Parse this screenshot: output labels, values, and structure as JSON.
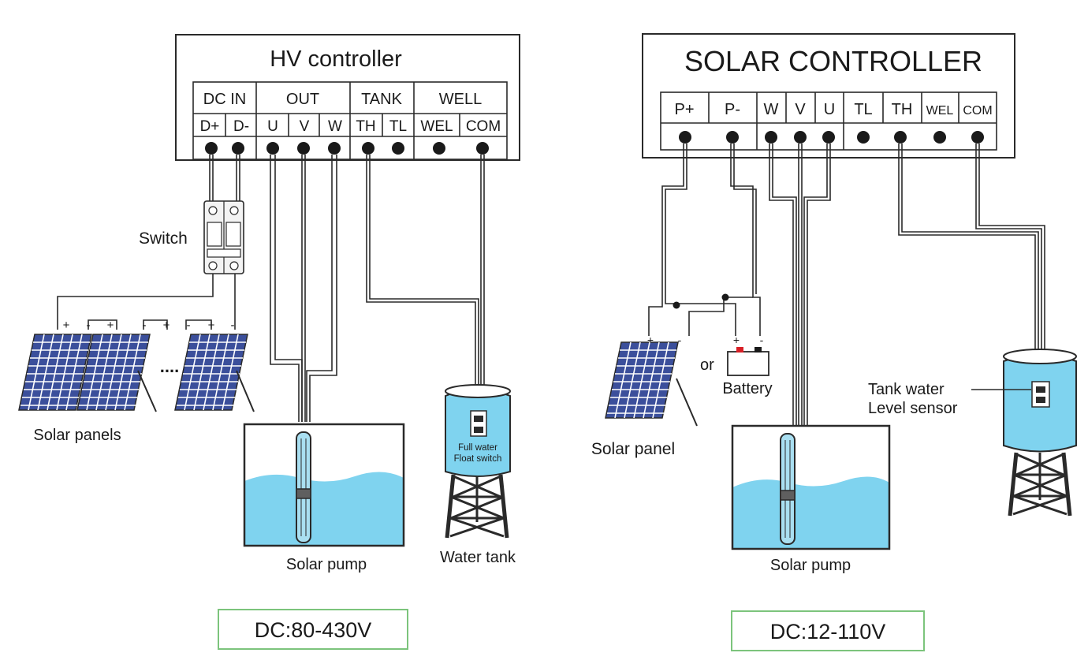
{
  "left": {
    "controller_title": "HV controller",
    "groups": [
      "DC IN",
      "OUT",
      "TANK",
      "WELL"
    ],
    "terminals": [
      "D+",
      "D-",
      "U",
      "V",
      "W",
      "TH",
      "TL",
      "WEL",
      "COM"
    ],
    "switch_label": "Switch",
    "panel_signs": [
      "+",
      "-",
      "+",
      "-",
      "+",
      "-",
      "+",
      "-"
    ],
    "dots": "....",
    "panels_label": "Solar panels",
    "pump_label": "Solar pump",
    "float_text_1": "Full water",
    "float_text_2": "Float switch",
    "tank_label": "Water tank",
    "voltage": "DC:80-430V"
  },
  "right": {
    "controller_title": "SOLAR CONTROLLER",
    "terminals": [
      "P+",
      "P-",
      "W",
      "V",
      "U",
      "TL",
      "TH",
      "WEL",
      "COM"
    ],
    "panel_signs": [
      "+",
      "-"
    ],
    "battery_signs": [
      "+",
      "-"
    ],
    "or_label": "or",
    "battery_label": "Battery",
    "panel_label": "Solar panel",
    "pump_label": "Solar pump",
    "sensor_label_1": "Tank water",
    "sensor_label_2": "Level sensor",
    "voltage": "DC:12-110V"
  },
  "colors": {
    "line": "#2a2a2a",
    "water": "#7fd3ef",
    "panel": "#3b4f9b",
    "box_border": "#7cc47c",
    "battery_red": "#d81f26"
  }
}
